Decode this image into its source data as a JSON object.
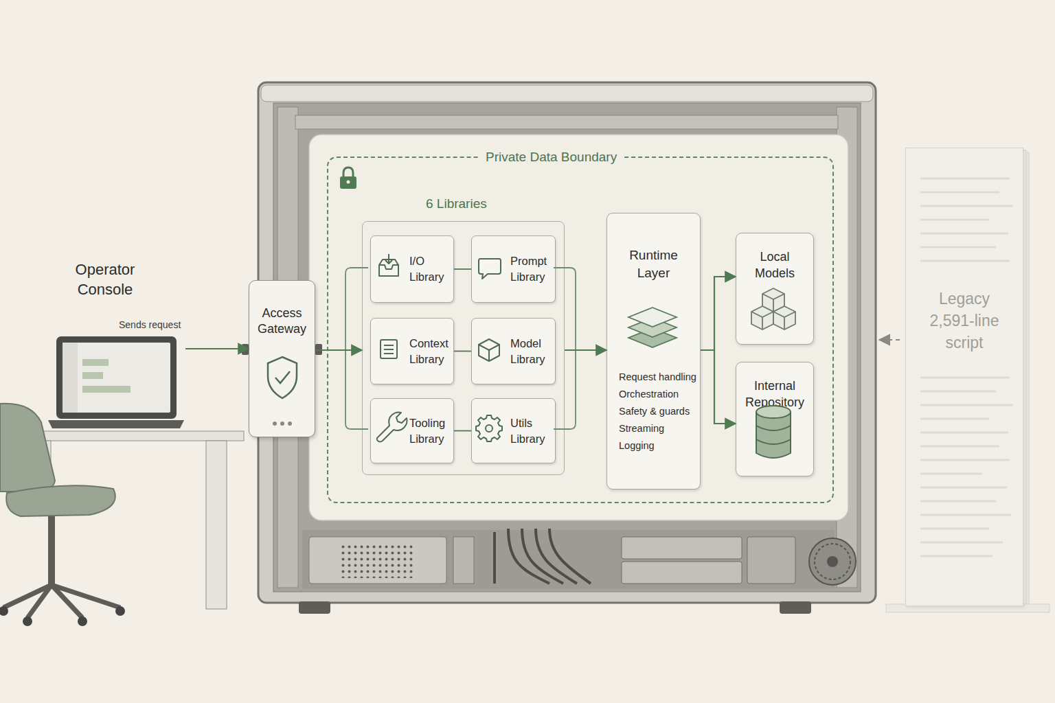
{
  "diagram": {
    "nodes": [
      {
        "text": [
          "Operator Console"
        ]
      },
      {
        "text": [
          "Access Gateway"
        ]
      },
      {
        "text": [
          "Private Data Boundary"
        ]
      },
      {
        "text": [
          "6 Libraries"
        ],
        "in": 2
      },
      {
        "text": [
          "I/O Library"
        ],
        "in": 3
      },
      {
        "text": [
          "Prompt Library"
        ],
        "in": 3
      },
      {
        "text": [
          "Context Library"
        ],
        "in": 3
      },
      {
        "text": [
          "Model Library"
        ],
        "in": 3
      },
      {
        "text": [
          "Tooling Library"
        ],
        "in": 3
      },
      {
        "text": [
          "Utils Library"
        ],
        "in": 3
      },
      {
        "text": [
          "Runtime Layer",
          "Request handling",
          "Orchestration",
          "Safety & guards",
          "Streaming",
          "Logging"
        ],
        "in": 2
      },
      {
        "text": [
          "Local Models"
        ],
        "in": 2
      },
      {
        "text": [
          "Internal Repository"
        ],
        "in": 2
      },
      {
        "text": [
          "Legacy 2,591-line script"
        ]
      }
    ],
    "edges": [
      {
        "from": 0,
        "to": 1,
        "arrow": "to",
        "label": "Sends request"
      },
      {
        "from": 1,
        "to": 3,
        "arrow": "to"
      },
      {
        "from": 4,
        "to": 5,
        "arrow": "none"
      },
      {
        "from": 6,
        "to": 7,
        "arrow": "none"
      },
      {
        "from": 8,
        "to": 9,
        "arrow": "none"
      },
      {
        "from": 3,
        "to": 10,
        "arrow": "to"
      },
      {
        "from": 10,
        "to": 11,
        "arrow": "to"
      },
      {
        "from": 10,
        "to": 12,
        "arrow": "to"
      }
    ]
  }
}
